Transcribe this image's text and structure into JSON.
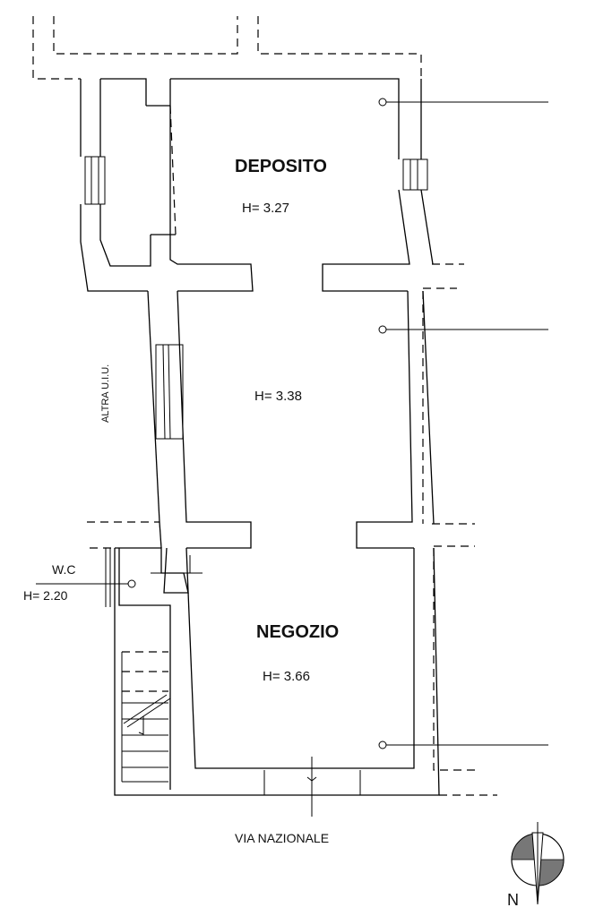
{
  "rooms": {
    "deposito": {
      "name": "DEPOSITO",
      "height": "H= 3.27"
    },
    "middle": {
      "height": "H= 3.38"
    },
    "negozio": {
      "name": "NEGOZIO",
      "height": "H= 3.66"
    },
    "wc": {
      "name": "W.C",
      "height": "H= 2.20"
    }
  },
  "labels": {
    "other_unit": "ALTRA U.I.U.",
    "street": "VIA NAZIONALE",
    "north": "N"
  }
}
